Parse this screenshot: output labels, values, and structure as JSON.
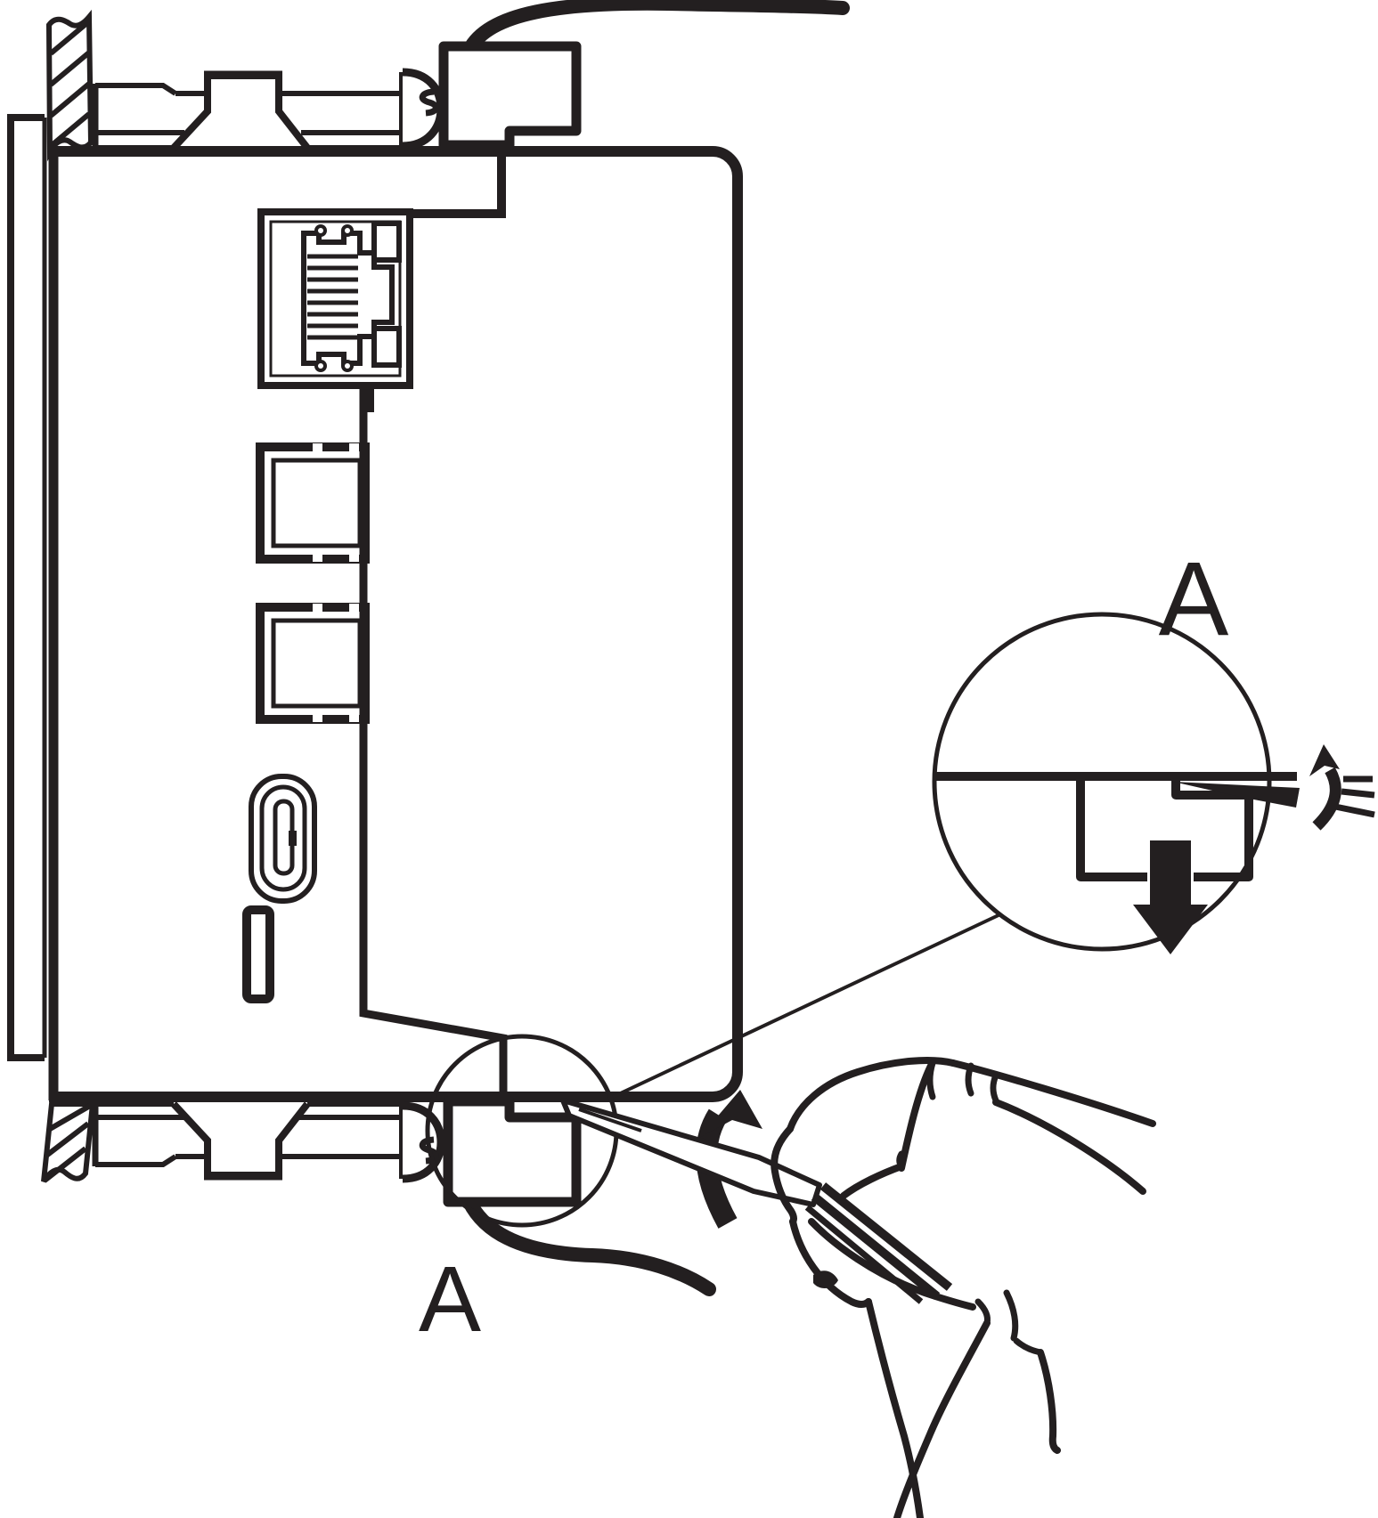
{
  "diagram": {
    "type": "technical-line-illustration",
    "subject": "Side cross-section of a wall-mounted connection terminal; a flat-blade screwdriver held in a hand pries the lower cable clip (detail A) to release it",
    "colors": {
      "line": "#231f20",
      "background": "#ffffff"
    },
    "labels": {
      "detail_callout_top": "A",
      "detail_callout_bottom": "A"
    },
    "components": [
      "wall-panel",
      "wall-hatch-top",
      "wall-hatch-bottom",
      "mount-bracket-top",
      "mount-screw-top",
      "mount-bracket-bottom",
      "mount-screw-bottom",
      "device-body",
      "device-side-recess",
      "rj45-port",
      "usb-port-upper",
      "usb-port-lower",
      "usb-c-port",
      "card-slot",
      "cable-clip-top",
      "cable-top",
      "cable-clip-bottom",
      "cable-bottom",
      "callout-circle",
      "callout-leader-line",
      "detail-circle",
      "detail-device-edge",
      "detail-clip",
      "detail-screwdriver-blade",
      "detail-release-down-arrow",
      "detail-rotate-arrow",
      "pry-up-arrow",
      "screwdriver",
      "hand"
    ]
  }
}
